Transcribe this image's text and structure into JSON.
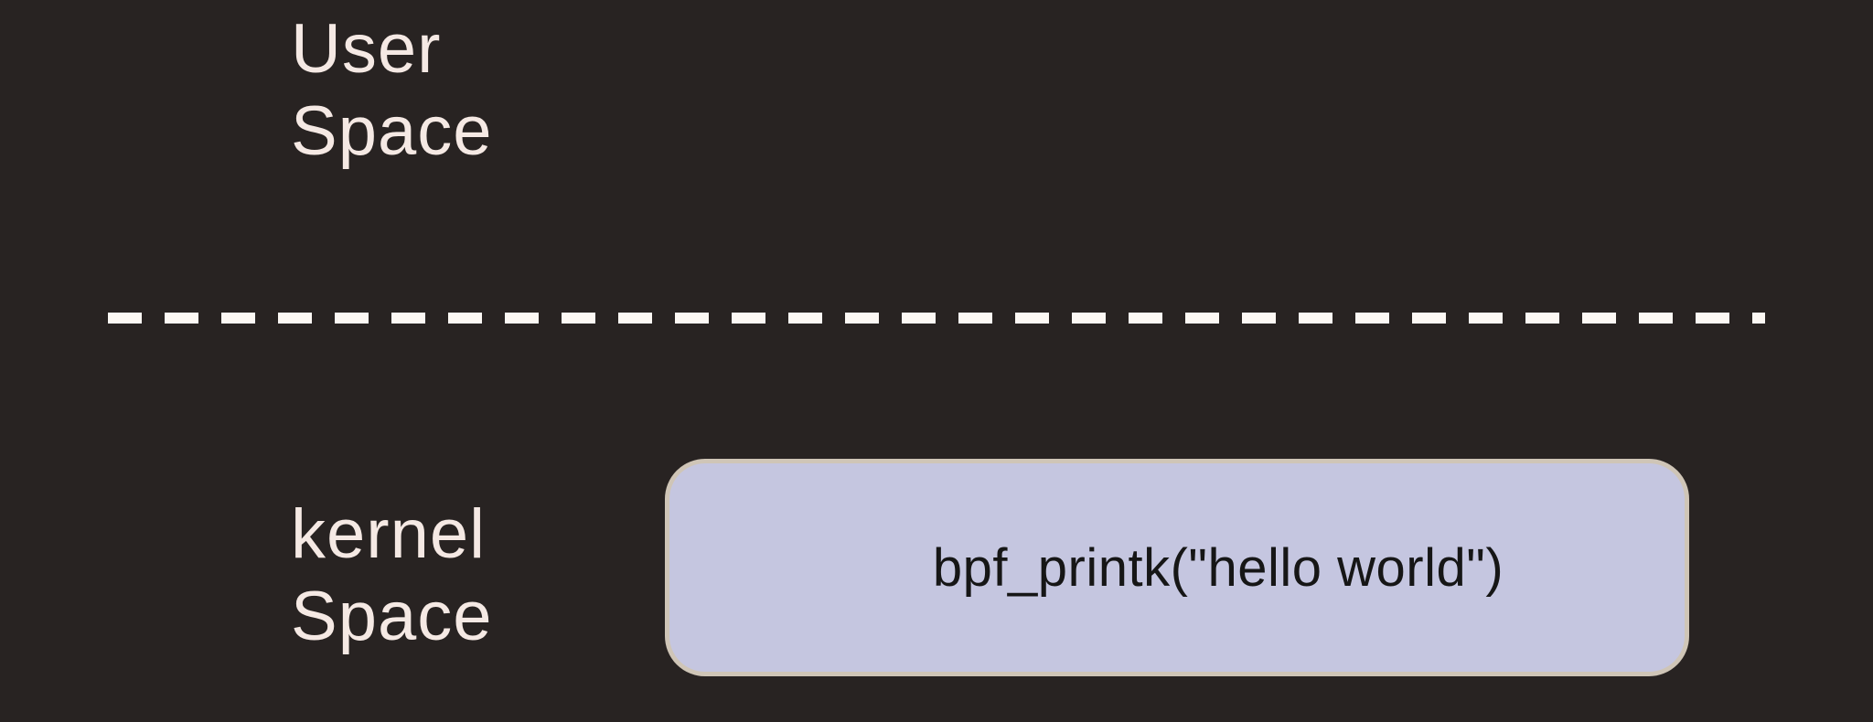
{
  "labels": {
    "user_space": "User\nSpace",
    "kernel_space": "kernel\nSpace"
  },
  "kernel_box": {
    "code": "bpf_printk(\"hello world\")"
  },
  "divider": {
    "style": "dashed",
    "orientation": "horizontal"
  },
  "colors": {
    "background": "#282322",
    "label_text": "#f5e9e4",
    "divider_dash": "#fcf8f4",
    "box_fill": "#c5c6e0",
    "box_border": "#cfc5b7",
    "box_text": "#161616"
  }
}
